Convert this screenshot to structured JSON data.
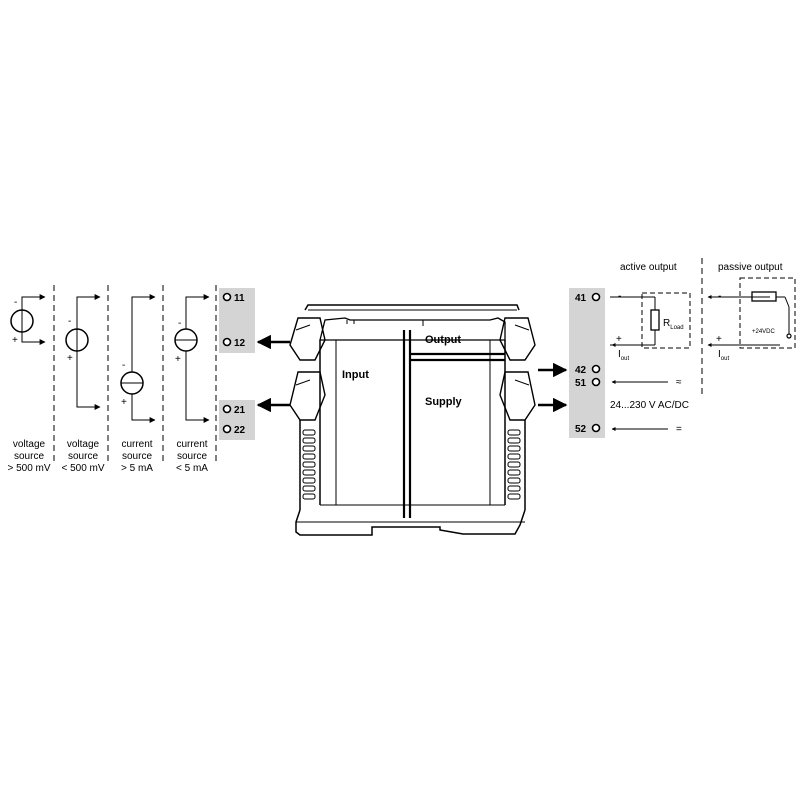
{
  "sources": [
    {
      "line1": "voltage",
      "line2": "source",
      "line3": "> 500 mV"
    },
    {
      "line1": "voltage",
      "line2": "source",
      "line3": "< 500 mV"
    },
    {
      "line1": "current",
      "line2": "source",
      "line3": "> 5 mA"
    },
    {
      "line1": "current",
      "line2": "source",
      "line3": "< 5 mA"
    }
  ],
  "polarity": {
    "plus": "+",
    "minus": "-"
  },
  "terminals": {
    "input": [
      "11",
      "12",
      "21",
      "22"
    ],
    "output": [
      "41",
      "42",
      "51",
      "52"
    ]
  },
  "module": {
    "input": "Input",
    "output": "Output",
    "supply": "Supply"
  },
  "supply": {
    "ac_symbol": "≈",
    "range": "24...230 V AC/DC",
    "dc_symbol": "="
  },
  "active_output": {
    "title": "active output",
    "r_main": "R",
    "r_sub": "Load",
    "i_main": "I",
    "i_sub": "out"
  },
  "passive_output": {
    "title": "passive output",
    "supply": "+24VDC",
    "i_main": "I",
    "i_sub": "out"
  },
  "colors": {
    "terminal_strip": "#d4d4d4",
    "line": "#000000",
    "dashed": "#555555"
  }
}
